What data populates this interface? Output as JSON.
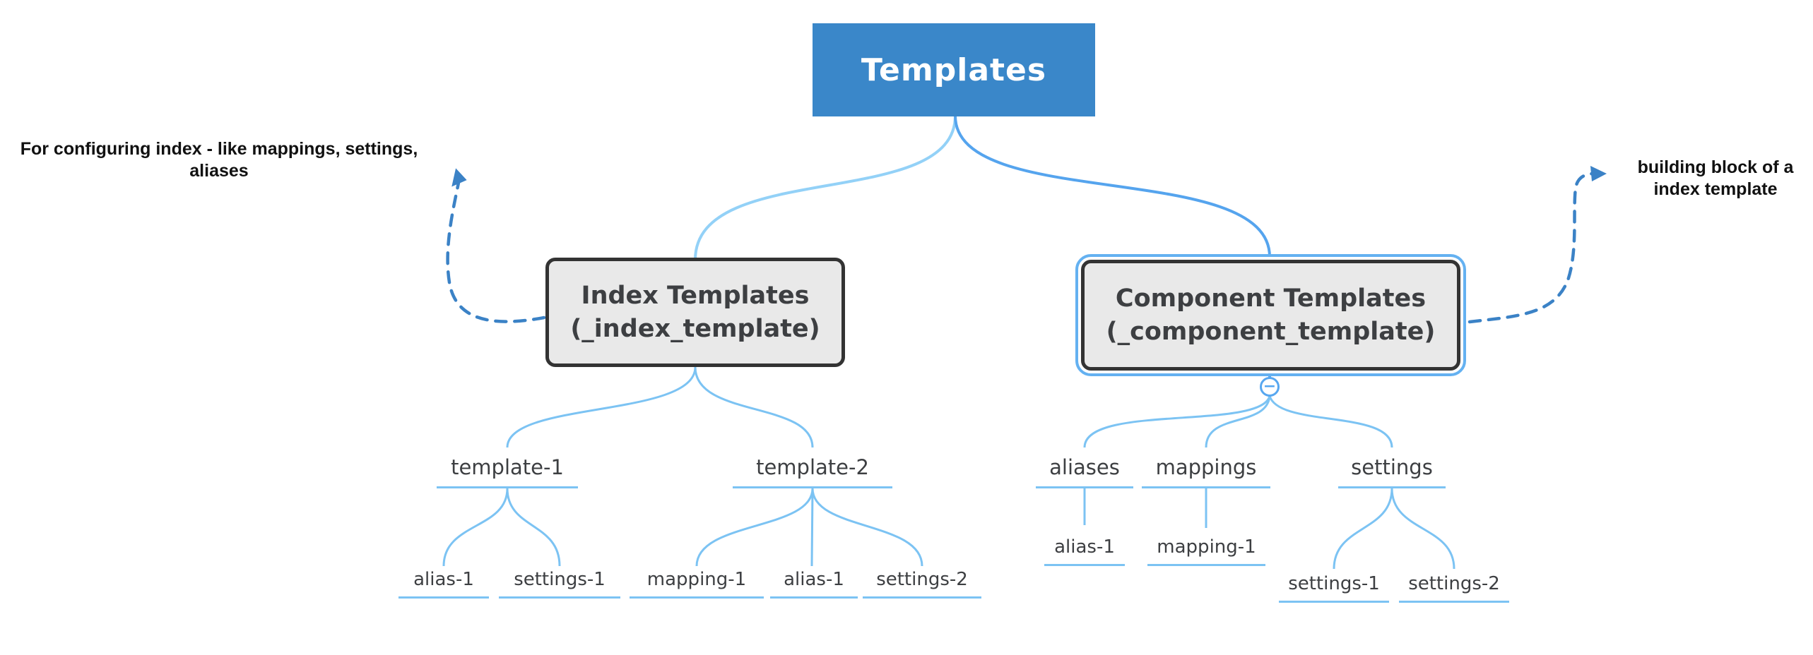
{
  "root": {
    "label": "Templates"
  },
  "tree": {
    "index": {
      "title": "Index Templates",
      "subtitle": "(_index_template)",
      "children": [
        {
          "label": "template-1",
          "children": [
            {
              "label": "alias-1"
            },
            {
              "label": "settings-1"
            }
          ]
        },
        {
          "label": "template-2",
          "children": [
            {
              "label": "mapping-1"
            },
            {
              "label": "alias-1"
            },
            {
              "label": "settings-2"
            }
          ]
        }
      ]
    },
    "component": {
      "title": "Component Templates",
      "subtitle": "(_component_template)",
      "children": [
        {
          "label": "aliases",
          "children": [
            {
              "label": "alias-1"
            }
          ]
        },
        {
          "label": "mappings",
          "children": [
            {
              "label": "mapping-1"
            }
          ]
        },
        {
          "label": "settings",
          "children": [
            {
              "label": "settings-1"
            },
            {
              "label": "settings-2"
            }
          ]
        }
      ]
    }
  },
  "annotations": {
    "left": {
      "line1": "For configuring index - like mappings, settings,",
      "line2": "aliases"
    },
    "right": {
      "line1": "building block of a",
      "line2": "index template"
    }
  },
  "controls": {
    "collapse_glyph": "−"
  },
  "palette": {
    "root_box_bg": "#3a87c9",
    "root_box_text": "#ffffff",
    "node_box_bg": "#e9e9e9",
    "node_box_border": "#333333",
    "selection_ring": "#64b1f1",
    "connector": "#7cc3f3",
    "connector_left_main": "#93d1f7",
    "connector_right_main": "#55a4ee",
    "dashed_arrow": "#3b82c6",
    "label_text": "#3d3f42",
    "annotation_text": "#111111"
  }
}
